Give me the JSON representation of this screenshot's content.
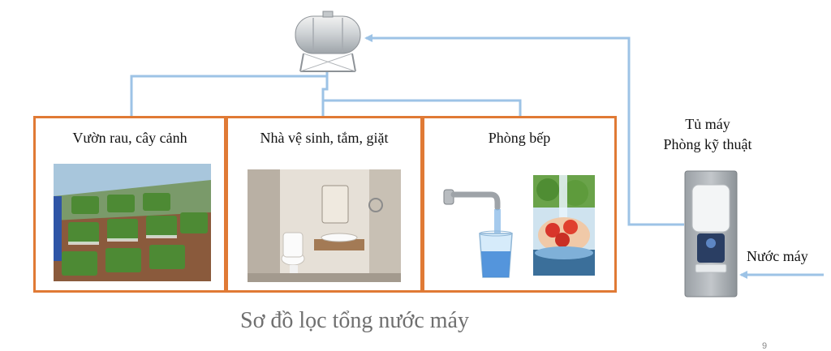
{
  "diagram": {
    "title": "Sơ đồ lọc tổng nước máy",
    "page_number": "9",
    "nodes": {
      "tank": {
        "icon": "water-tank-icon"
      },
      "garden": {
        "label": "Vườn rau, cây cảnh"
      },
      "bathroom": {
        "label": "Nhà vệ sinh, tắm, giặt"
      },
      "kitchen": {
        "label": "Phòng bếp"
      },
      "cabinet": {
        "label_line1": "Tủ máy",
        "label_line2": "Phòng kỹ thuật",
        "icon": "water-filter-cabinet-icon"
      },
      "inlet": {
        "label": "Nước máy"
      }
    },
    "edges": [
      {
        "from": "inlet",
        "to": "cabinet"
      },
      {
        "from": "cabinet",
        "to": "tank"
      },
      {
        "from": "tank",
        "to": "garden"
      },
      {
        "from": "tank",
        "to": "bathroom"
      },
      {
        "from": "tank",
        "to": "kitchen"
      }
    ],
    "colors": {
      "pipe": "#9dc3e6",
      "box_border": "#e07a35",
      "caption": "#6f6f6f"
    }
  }
}
